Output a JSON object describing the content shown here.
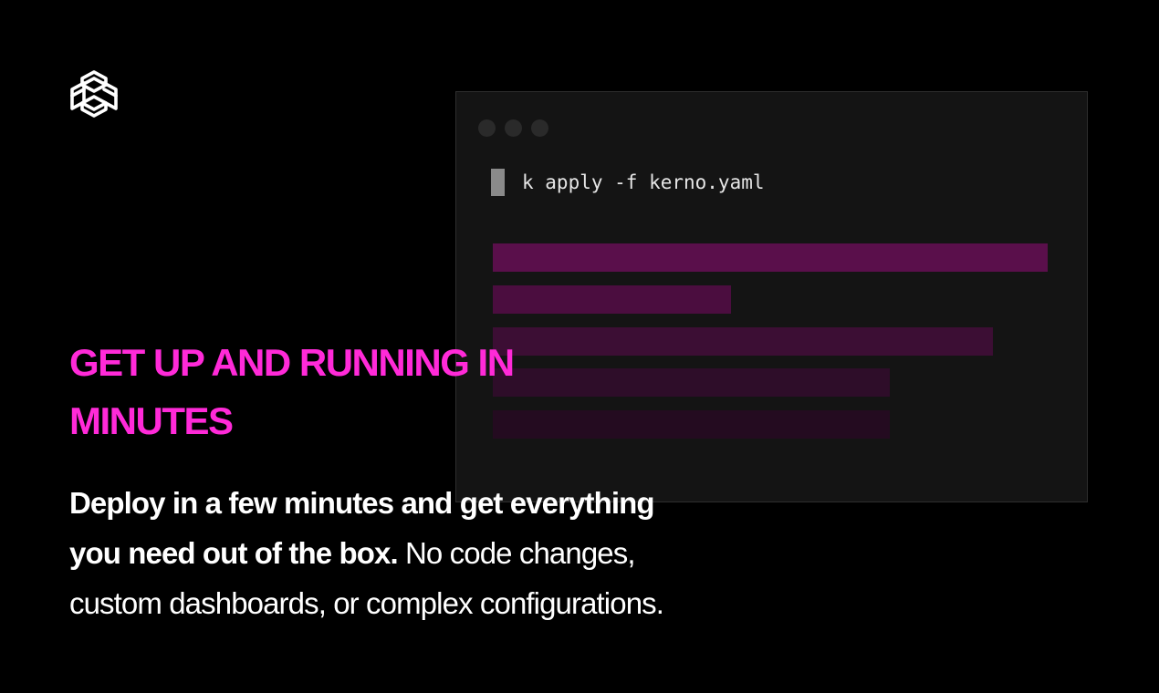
{
  "brand": {
    "logo_icon": "cube-knot-logo-icon",
    "accent_color": "#ff2ad8"
  },
  "terminal": {
    "window_controls": [
      "dot",
      "dot",
      "dot"
    ],
    "command": "k apply -f kerno.yaml",
    "output_bar_colors": [
      "#5a0f4b",
      "#4b0d3f",
      "#3c0e34",
      "#2e0d29",
      "#240b20"
    ]
  },
  "hero": {
    "headline_line1": "GET UP AND RUNNING IN",
    "headline_line2": "MINUTES",
    "body_bold_line1": "Deploy in a few minutes and get everything",
    "body_bold_line2": "you need out of the box.",
    "body_regular_line2": " No code changes,",
    "body_regular_line3": "custom dashboards, or complex configurations."
  }
}
